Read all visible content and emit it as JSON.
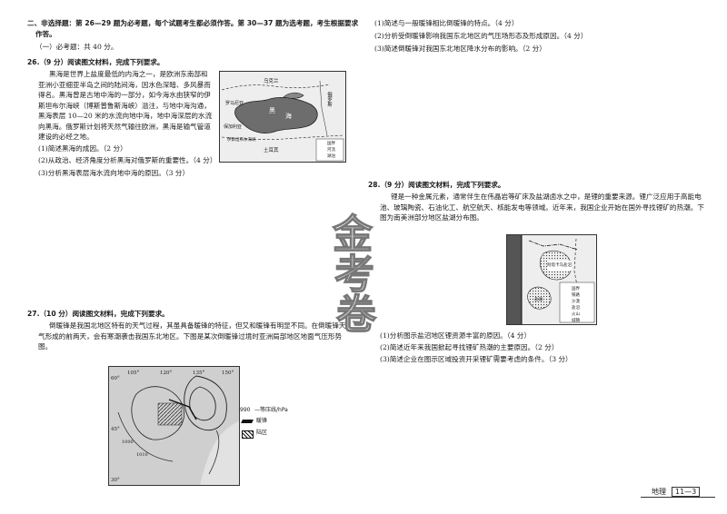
{
  "left": {
    "section_heading": "二、非选择题：第 26—29 题为必考题，每个试题考生都必须作答。第 30—37 题为选考题，考生根据要求",
    "section_heading_cont": "作答。",
    "required_heading": "（一）必考题：共 40 分。",
    "q26": {
      "title": "26.（9 分）阅读图文材料，完成下列要求。",
      "paragraph": "黑海是世界上盐度最低的内海之一，是欧洲东南部和亚洲小亚细亚半岛之间的陆间海，因水色深暗、多风暴而得名。黑海曾是古地中海的一部分，如今海水由狭窄的伊斯坦布尔海峡（博斯普鲁斯海峡）溢注，与地中海沟通，黑海表层 10—20 米的水流向地中海，地中海深层的水流向黑海。俄罗斯计划将天然气输往欧洲，黑海是输气管道建设的必经之地。",
      "q1": "(1)简述黑海的成因。（2 分）",
      "q2": "(2)从政治、经济角度分析黑海对俄罗斯的重要性。（4 分）",
      "q3": "(3)分析黑海表层海水流向地中海的原因。（3 分）",
      "map_labels": [
        "乌克兰",
        "俄罗斯",
        "黑",
        "海",
        "罗马尼亚",
        "保加利亚",
        "土耳其",
        "伊斯坦布尔海峡",
        "国界",
        "河流",
        "湖泊"
      ]
    },
    "q27": {
      "title": "27.（10 分）阅读图文材料，完成下列要求。",
      "paragraph": "倒暖锋是我国北地区特有的天气过程，其虽具备暖锋的特征，但又和暖锋有明显不同。在倒暖锋天气形成的前两天，会有寒潮袭击我国东北地区。下图是某次倒暖锋过境时亚洲局部地区地面气压形势图。",
      "map_labels": [
        "105°",
        "120°",
        "135°",
        "150°",
        "60°",
        "45°",
        "30°",
        "1000",
        "1010",
        "990",
        "—等压线/hPa",
        "暖锋",
        "陆区"
      ]
    }
  },
  "right": {
    "q27_questions": {
      "q1": "(1)简述与一般暖锋相比倒暖锋的特点。（4 分）",
      "q2": "(2)分析受倒暖锋影响我国东北地区的气压场形态及形成原因。（4 分）",
      "q3": "(3)简述倒暖锋对我国东北地区降水分布的影响。（2 分）"
    },
    "q28": {
      "title": "28.（9 分）阅读图文材料，完成下列要求。",
      "paragraph": "锂是一种金属元素，通常伴生在伟晶岩等矿床及盐湖卤水之中，是锂的重要来源。锂广泛应用于高能电池、玻璃陶瓷、石油化工、航空航天、核能发电等领域。近年来，我国企业开始在国外寻找锂矿的热潮。下图为南美洲部分地区盐湖分布图。",
      "q1": "(1)分析图示盐沼地区锂资源丰富的原因。（4 分）",
      "q2": "(2)简述近年来我国掀起寻找锂矿热潮的主要原因。（2 分）",
      "q3": "(3)简述企业在图示区域投资开采锂矿需要考虑的条件。（3 分）",
      "map_labels": [
        "阿塔卡马盐沼",
        "盐湖",
        "火山",
        "城镇",
        "国界",
        "铁路",
        "沙漠",
        "盐沼"
      ]
    }
  },
  "watermark": [
    "金",
    "考",
    "卷"
  ],
  "footer": {
    "subject": "地理",
    "page": "11—3"
  }
}
